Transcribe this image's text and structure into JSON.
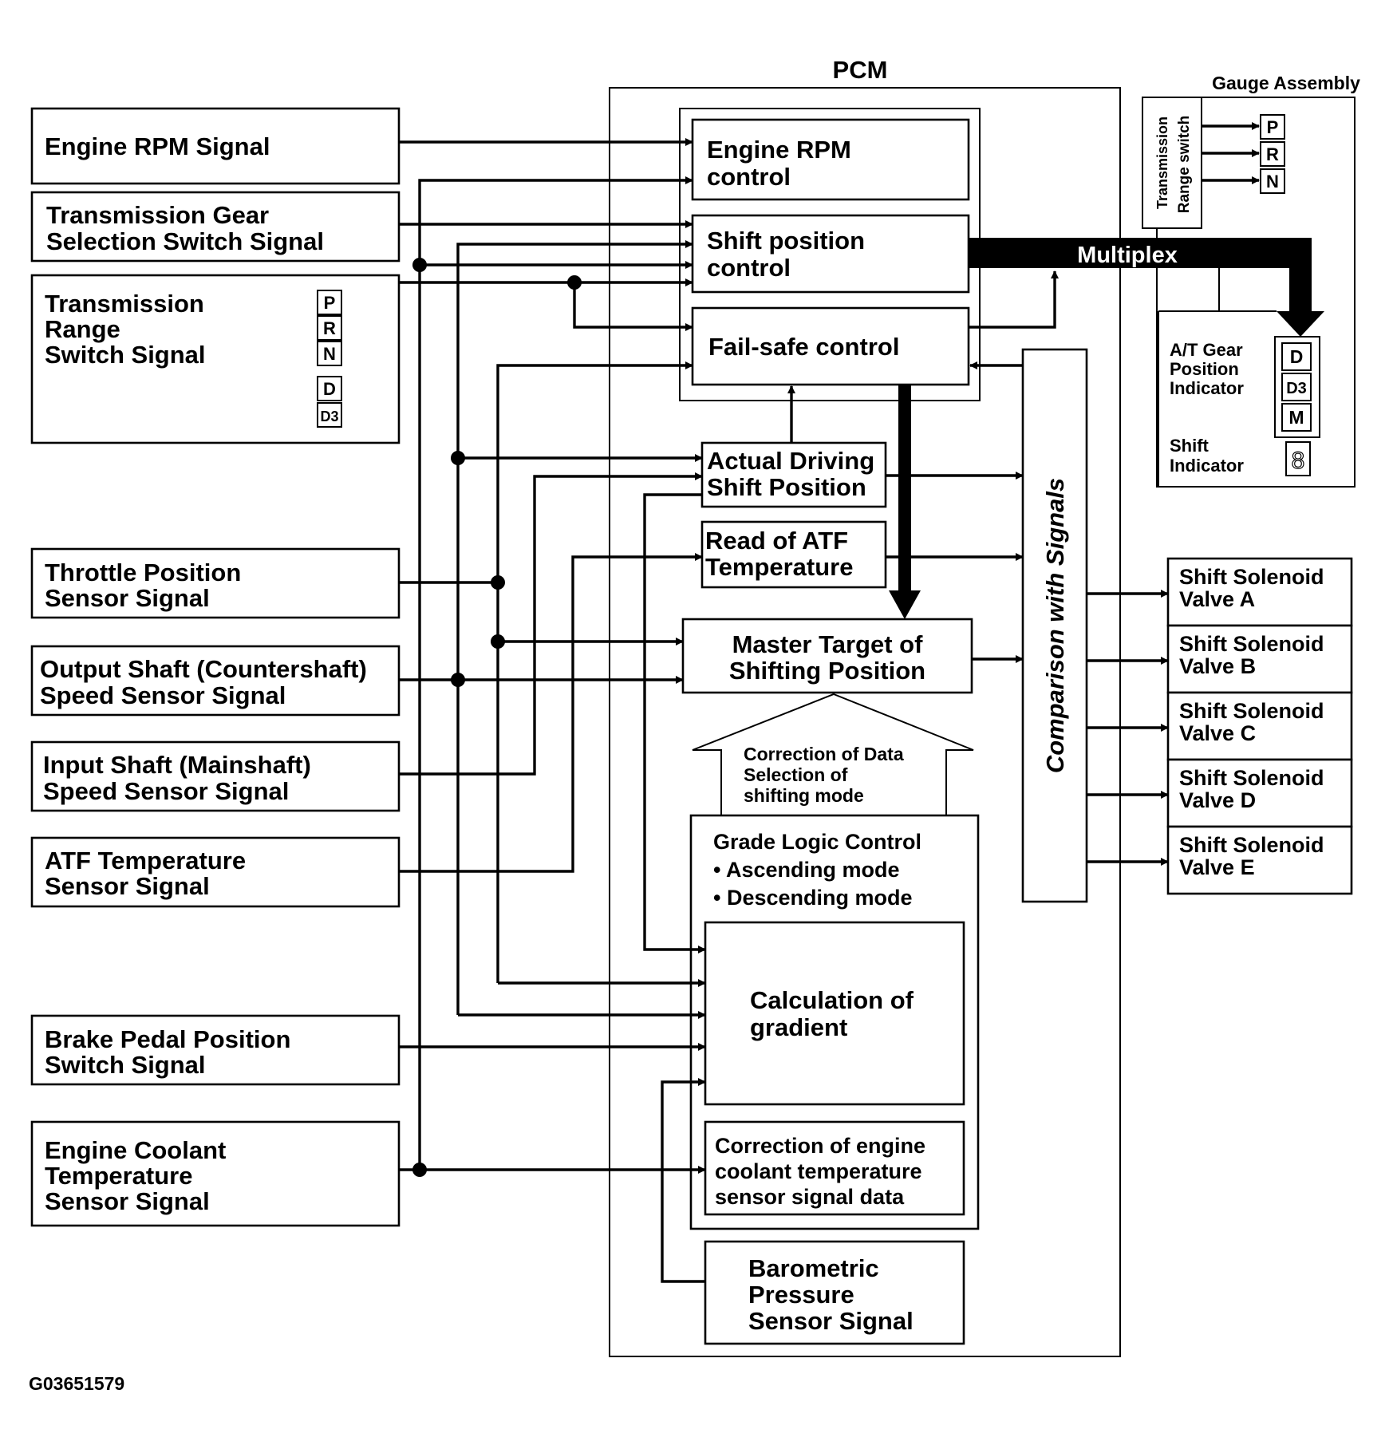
{
  "pcm_label": "PCM",
  "gauge_assembly_label": "Gauge Assembly",
  "transmission_range_switch_label": [
    "Transmission",
    "Range switch"
  ],
  "prn_letters": [
    "P",
    "R",
    "N"
  ],
  "multiplex_label": "Multiplex",
  "at_gear_indicator_label": [
    "A/T Gear",
    "Position",
    "Indicator"
  ],
  "at_gear_letters": [
    "D",
    "D3",
    "M"
  ],
  "shift_indicator_label": [
    "Shift",
    "Indicator"
  ],
  "shift_indicator_glyph": "8",
  "inputs": {
    "engine_rpm": [
      "Engine RPM Signal"
    ],
    "gear_selection": [
      "Transmission Gear",
      "Selection Switch Signal"
    ],
    "range_switch": [
      "Transmission",
      "Range",
      "Switch Signal"
    ],
    "range_switch_letters": [
      "P",
      "R",
      "N",
      "D",
      "D3"
    ],
    "throttle": [
      "Throttle Position",
      "Sensor Signal"
    ],
    "output_shaft": [
      "Output Shaft (Countershaft)",
      "Speed Sensor Signal"
    ],
    "input_shaft": [
      "Input Shaft (Mainshaft)",
      "Speed Sensor Signal"
    ],
    "atf_temp": [
      "ATF Temperature",
      "Sensor Signal"
    ],
    "brake": [
      "Brake Pedal Position",
      "Switch Signal"
    ],
    "coolant": [
      "Engine Coolant",
      "Temperature",
      "Sensor Signal"
    ]
  },
  "controls": {
    "engine_rpm_control": [
      "Engine RPM",
      "control"
    ],
    "shift_position_control": [
      "Shift position",
      "control"
    ],
    "fail_safe_control": [
      "Fail-safe control"
    ],
    "actual_driving": [
      "Actual Driving",
      "Shift Position"
    ],
    "read_atf": [
      "Read of ATF",
      "Temperature"
    ],
    "master_target": [
      "Master Target of",
      "Shifting Position"
    ],
    "correction_arrow": [
      "Correction of Data",
      "Selection of",
      "shifting mode"
    ],
    "grade_logic": [
      "Grade Logic Control",
      "• Ascending mode",
      "• Descending mode"
    ],
    "gradient": [
      "Calculation of",
      "gradient"
    ],
    "coolant_correction": [
      "Correction of engine",
      "coolant temperature",
      "sensor signal data"
    ],
    "barometric": [
      "Barometric",
      "Pressure",
      "Sensor Signal"
    ],
    "comparison": "Comparison with Signals"
  },
  "outputs": [
    [
      "Shift Solenoid",
      "Valve A"
    ],
    [
      "Shift Solenoid",
      "Valve B"
    ],
    [
      "Shift Solenoid",
      "Valve C"
    ],
    [
      "Shift Solenoid",
      "Valve D"
    ],
    [
      "Shift Solenoid",
      "Valve E"
    ]
  ],
  "figure_id": "G03651579"
}
